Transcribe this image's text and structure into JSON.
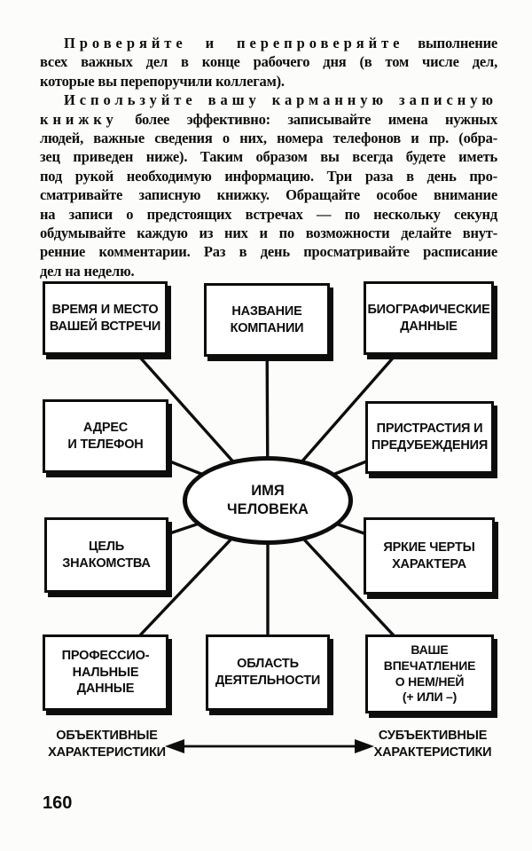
{
  "page_number": "160",
  "colors": {
    "ink": "#0d0d0d",
    "paper": "#fcfcfa"
  },
  "body_text": {
    "paragraphs": [
      {
        "lines": [
          {
            "indent": true,
            "justify": true,
            "segments": [
              {
                "text": "Проверяйте и перепроверяйте",
                "spaced": true
              },
              {
                "text": " выполнение",
                "spaced": false
              }
            ]
          },
          {
            "justify": true,
            "segments": [
              {
                "text": "всех важных дел в конце рабочего дня (в том числе дел,",
                "spaced": false
              }
            ]
          },
          {
            "justify": false,
            "segments": [
              {
                "text": "которые вы перепоручили коллегам).",
                "spaced": false
              }
            ]
          }
        ]
      },
      {
        "lines": [
          {
            "indent": true,
            "justify": true,
            "segments": [
              {
                "text": "Используйте вашу карманную записную",
                "spaced": true
              }
            ]
          },
          {
            "justify": true,
            "segments": [
              {
                "text": "книжку",
                "spaced": true
              },
              {
                "text": " более эффективно: записывайте имена нужных",
                "spaced": false
              }
            ]
          },
          {
            "justify": true,
            "segments": [
              {
                "text": "людей, важные сведения о них, номера телефонов и пр. (обра-",
                "spaced": false
              }
            ]
          },
          {
            "justify": true,
            "segments": [
              {
                "text": "зец приведен ниже). Таким образом вы всегда будете иметь",
                "spaced": false
              }
            ]
          },
          {
            "justify": true,
            "segments": [
              {
                "text": "под рукой необходимую информацию. Три раза в день про-",
                "spaced": false
              }
            ]
          },
          {
            "justify": true,
            "segments": [
              {
                "text": "сматривайте записную книжку. Обращайте особое внимание",
                "spaced": false
              }
            ]
          },
          {
            "justify": true,
            "segments": [
              {
                "text": "на записи о предстоящих встречах — по нескольку секунд",
                "spaced": false
              }
            ]
          },
          {
            "justify": true,
            "segments": [
              {
                "text": "обдумывайте каждую из них и по возможности делайте внут-",
                "spaced": false
              }
            ]
          },
          {
            "justify": true,
            "segments": [
              {
                "text": "ренние комментарии. Раз в день просматривайте расписание",
                "spaced": false
              }
            ]
          },
          {
            "justify": false,
            "segments": [
              {
                "text": "дел на неделю.",
                "spaced": false
              }
            ]
          }
        ]
      }
    ]
  },
  "diagram": {
    "type": "radial-diagram",
    "center_label": "ИМЯ\nЧЕЛОВЕКА",
    "boxes": [
      {
        "id": "meeting-time-place",
        "label": "ВРЕМЯ И МЕСТО\nВАШЕЙ ВСТРЕЧИ"
      },
      {
        "id": "company-name",
        "label": "НАЗВАНИЕ\nКОМПАНИИ"
      },
      {
        "id": "biographical-data",
        "label": "БИОГРАФИЧЕСКИЕ\nДАННЫЕ"
      },
      {
        "id": "address-phone",
        "label": "АДРЕС\nИ ТЕЛЕФОН"
      },
      {
        "id": "likes-prejudices",
        "label": "ПРИСТРАСТИЯ И\nПРЕДУБЕЖДЕНИЯ"
      },
      {
        "id": "acquaintance-goal",
        "label": "ЦЕЛЬ\nЗНАКОМСТВА"
      },
      {
        "id": "character-traits",
        "label": "ЯРКИЕ ЧЕРТЫ\nХАРАКТЕРА"
      },
      {
        "id": "professional-data",
        "label": "ПРОФЕССИО-\nНАЛЬНЫЕ ДАННЫЕ"
      },
      {
        "id": "activity-field",
        "label": "ОБЛАСТЬ\nДЕЯТЕЛЬНОСТИ"
      },
      {
        "id": "your-impression",
        "label": "ВАШЕ\nВПЕЧАТЛЕНИЕ\nО НЕМ/НЕЙ\n(+ ИЛИ –)"
      }
    ],
    "axis": {
      "left_label": "ОБЪЕКТИВНЫЕ\nХАРАКТЕРИСТИКИ",
      "right_label": "СУБЪЕКТИВНЫЕ\nХАРАКТЕРИСТИКИ"
    }
  }
}
